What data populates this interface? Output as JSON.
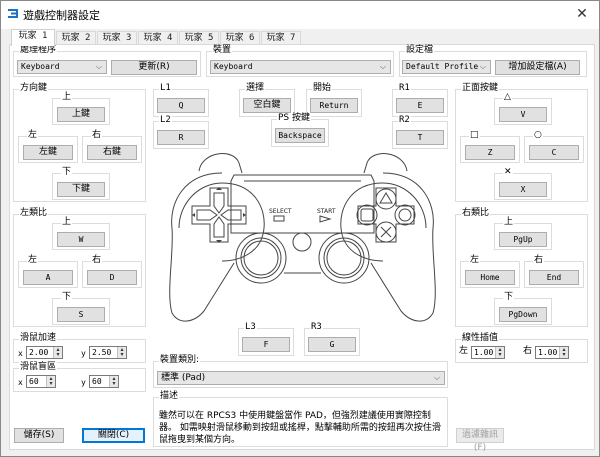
{
  "window": {
    "title": "遊戲控制器設定",
    "close_icon": "close-icon"
  },
  "tabs": [
    {
      "label": "玩家 1",
      "active": true
    },
    {
      "label": "玩家 2",
      "active": false
    },
    {
      "label": "玩家 3",
      "active": false
    },
    {
      "label": "玩家 4",
      "active": false
    },
    {
      "label": "玩家 5",
      "active": false
    },
    {
      "label": "玩家 6",
      "active": false
    },
    {
      "label": "玩家 7",
      "active": false
    }
  ],
  "handler": {
    "label": "處理程序",
    "value": "Keyboard",
    "refresh_button": "更新(R)"
  },
  "device": {
    "label": "裝置",
    "value": "Keyboard"
  },
  "profile": {
    "label": "設定檔",
    "value": "Default Profile",
    "add_button": "增加設定檔(A)"
  },
  "dpad": {
    "label": "方向鍵",
    "up": {
      "label": "上",
      "key": "上鍵"
    },
    "left": {
      "label": "左",
      "key": "左鍵"
    },
    "right": {
      "label": "右",
      "key": "右鍵"
    },
    "down": {
      "label": "下",
      "key": "下鍵"
    }
  },
  "left_stick": {
    "label": "左類比",
    "up": {
      "label": "上",
      "key": "W"
    },
    "left": {
      "label": "左",
      "key": "A"
    },
    "right": {
      "label": "右",
      "key": "D"
    },
    "down": {
      "label": "下",
      "key": "S"
    }
  },
  "shoulders": {
    "l1": {
      "label": "L1",
      "key": "Q"
    },
    "l2": {
      "label": "L2",
      "key": "R"
    },
    "r1": {
      "label": "R1",
      "key": "E"
    },
    "r2": {
      "label": "R2",
      "key": "T"
    },
    "l3": {
      "label": "L3",
      "key": "F"
    },
    "r3": {
      "label": "R3",
      "key": "G"
    }
  },
  "system_buttons": {
    "select": {
      "label": "選擇",
      "key": "空白鍵"
    },
    "start": {
      "label": "開始",
      "key": "Return"
    },
    "ps": {
      "label": "PS 按鍵",
      "key": "Backspace"
    }
  },
  "face_buttons": {
    "label": "正面按鍵",
    "triangle": {
      "label": "△",
      "key": "V"
    },
    "square": {
      "label": "□",
      "key": "Z"
    },
    "circle": {
      "label": "○",
      "key": "C"
    },
    "cross": {
      "label": "✕",
      "key": "X"
    }
  },
  "right_stick": {
    "label": "右類比",
    "up": {
      "label": "上",
      "key": "PgUp"
    },
    "left": {
      "label": "左",
      "key": "Home"
    },
    "right": {
      "label": "右",
      "key": "End"
    },
    "down": {
      "label": "下",
      "key": "PgDown"
    }
  },
  "mouse_accel": {
    "label": "滑鼠加速",
    "x_label": "x",
    "x_value": "2.00",
    "y_label": "y",
    "y_value": "2.50"
  },
  "mouse_deadzone": {
    "label": "滑鼠盲區",
    "x_label": "x",
    "x_value": "60",
    "y_label": "y",
    "y_value": "60"
  },
  "lerp": {
    "label": "線性插值",
    "left_label": "左",
    "left_value": "1.00",
    "right_label": "右",
    "right_value": "1.00"
  },
  "device_class": {
    "label": "裝置類別:",
    "value": "標準 (Pad)"
  },
  "description": {
    "label": "描述",
    "text": "雖然可以在 RPCS3 中使用鍵盤當作 PAD，但強烈建議使用實際控制器。 如需映射滑鼠移動到按鈕或搖桿，點擊輔助所需的按鈕再次按住滑鼠拖曳到某個方向。"
  },
  "footer": {
    "save_button": "儲存(S)",
    "close_button": "關閉(C)",
    "filter_button": "過濾雜訊(F)"
  },
  "controller_image": {
    "select_text": "SELECT",
    "start_text": "START"
  },
  "colors": {
    "window_bg": "#f0f0f0",
    "panel_bg": "#ffffff",
    "button_bg": "#e1e1e1",
    "button_border": "#adadad",
    "focus_accent": "#0078d7",
    "group_border": "#dcdcdc",
    "title_icon": "#1a73c9"
  }
}
